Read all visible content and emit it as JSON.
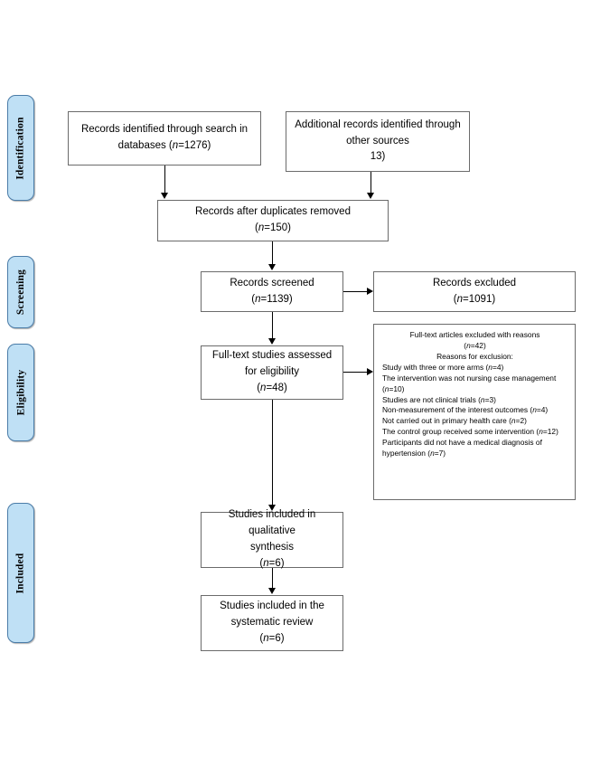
{
  "diagram": {
    "title": "PRISMA flow diagram",
    "accent_color": "#bfe0f5",
    "accent_border_color": "#4a7ca8",
    "box_border_color": "#6b6b6b"
  },
  "stages": [
    {
      "label": "Identification"
    },
    {
      "label": "Screening"
    },
    {
      "label": "Eligibility"
    },
    {
      "label": "Included"
    }
  ],
  "boxes": {
    "identified_databases": {
      "line1": "Records identified through search in",
      "line2_pre": "databases (",
      "line2_n": "n",
      "line2_post": "=1276)"
    },
    "identified_other": {
      "line1": "Additional records identified through",
      "line2": "other sources",
      "line3": "13)"
    },
    "duplicates_removed": {
      "line1": "Records after duplicates removed",
      "line2_pre": "(",
      "line2_n": "n",
      "line2_post": "=150)"
    },
    "records_screened": {
      "line1": "Records screened",
      "line2_pre": "(",
      "line2_n": "n",
      "line2_post": "=1139)"
    },
    "records_excluded": {
      "line1": "Records excluded",
      "line2_pre": "(",
      "line2_n": "n",
      "line2_post": "=1091)"
    },
    "fulltext_assessed": {
      "line1": "Full-text studies assessed",
      "line2": "for eligibility",
      "line3_pre": "(",
      "line3_n": "n",
      "line3_post": "=48)"
    },
    "fulltext_excluded": {
      "header": "Full-text articles excluded with reasons",
      "header_count_pre": "(",
      "header_count_n": "n",
      "header_count_post": "=42)",
      "subheader": "Reasons for exclusion:",
      "reasons": [
        {
          "text": "Study with three or more arms (",
          "n": "n",
          "count": "=4)"
        },
        {
          "text": "The intervention was not nursing case management (",
          "n": "n",
          "count": "=10)"
        },
        {
          "text": "Studies are not clinical trials (",
          "n": "n",
          "count": "=3)"
        },
        {
          "text": "Non-measurement of the interest outcomes (",
          "n": "n",
          "count": "=4)"
        },
        {
          "text": "Not carried out in primary health care (",
          "n": "n",
          "count": "=2)"
        },
        {
          "text": "The control group received some intervention (",
          "n": "n",
          "count": "=12)"
        },
        {
          "text": "Participants did not have a medical diagnosis of",
          "n": "",
          "count": ""
        },
        {
          "text": "hypertension (",
          "n": "n",
          "count": "=7)"
        }
      ]
    },
    "qualitative_synthesis": {
      "line1": "Studies included in qualitative",
      "line2": "synthesis",
      "line3_pre": "(",
      "line3_n": "n",
      "line3_post": "=6)"
    },
    "systematic_review": {
      "line1": "Studies included in the",
      "line2": "systematic review",
      "line3_pre": "(",
      "line3_n": "n",
      "line3_post": "=6)"
    }
  }
}
